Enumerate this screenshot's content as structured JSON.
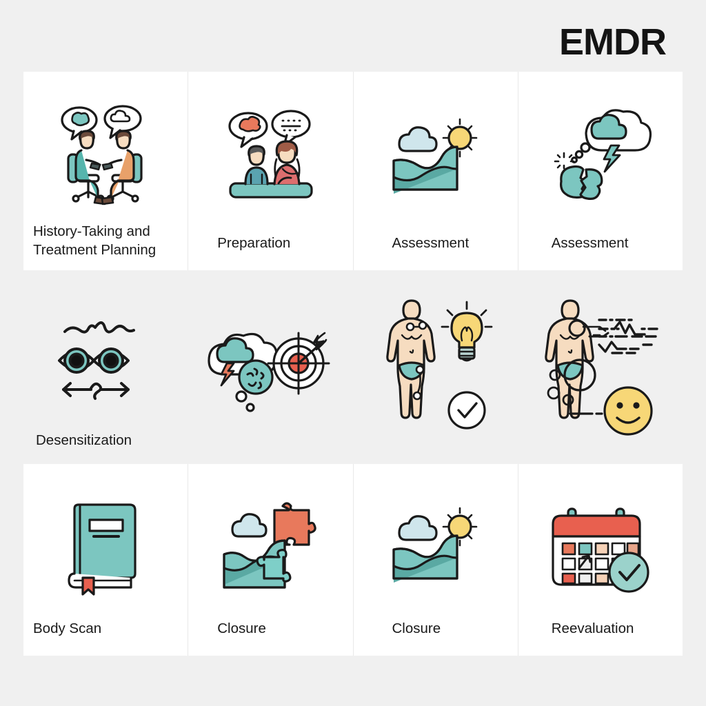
{
  "header": {
    "title": "EMDR"
  },
  "colors": {
    "background": "#f0f0f0",
    "card": "#ffffff",
    "teal": "#7cc6c0",
    "teal_dark": "#5aa9a3",
    "orange": "#e8a16a",
    "coral": "#e8795c",
    "red": "#e8604f",
    "yellow": "#f7d777",
    "skin": "#f6dcc0",
    "outline": "#1a1a1a",
    "pink": "#dd7e7e",
    "cloud_blue": "#cfe6ec"
  },
  "rows": [
    {
      "name": "row-1",
      "has_card_background": true,
      "cards": [
        {
          "label": "History-Taking and Treatment Planning",
          "icon": "two-people-talking-on-chairs-icon"
        },
        {
          "label": "Preparation",
          "icon": "two-people-on-bench-talking-icon"
        },
        {
          "label": "Assessment",
          "icon": "landscape-sun-cloud-icon"
        },
        {
          "label": "Assessment",
          "icon": "storm-thought-bubble-broken-piece-icon"
        }
      ]
    },
    {
      "name": "row-2",
      "has_card_background": false,
      "cards": [
        {
          "label": "Desensitization",
          "icon": "eyes-bilateral-movement-icon"
        },
        {
          "label": "",
          "icon": "storm-cloud-target-arrow-icon"
        },
        {
          "label": "",
          "icon": "body-lightbulb-check-icon"
        },
        {
          "label": "",
          "icon": "body-waves-smiley-icon"
        }
      ]
    },
    {
      "name": "row-3",
      "has_card_background": true,
      "cards": [
        {
          "label": "Body Scan",
          "icon": "book-bookmark-icon"
        },
        {
          "label": "Closure",
          "icon": "landscape-puzzle-piece-icon"
        },
        {
          "label": "Closure",
          "icon": "landscape-sun-cloud-icon"
        },
        {
          "label": "Reevaluation",
          "icon": "calendar-check-icon"
        }
      ]
    }
  ]
}
